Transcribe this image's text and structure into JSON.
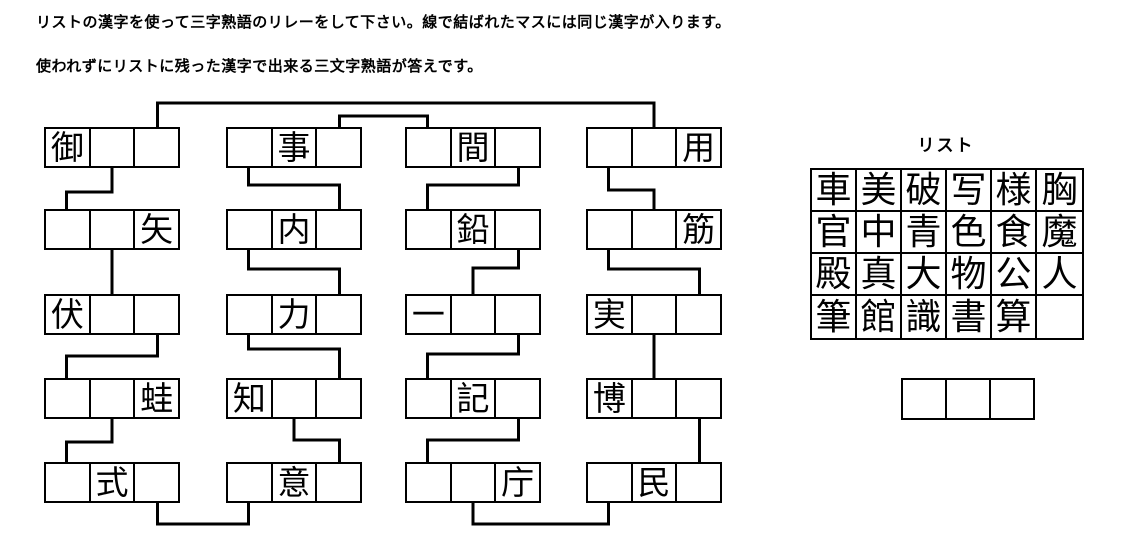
{
  "instructions": {
    "line1": "リストの漢字を使って三字熟語のリレーをして下さい。線で結ばれたマスには同じ漢字が入ります。",
    "line2": "使われずにリストに残った漢字で出来る三文字熟語が答えです。"
  },
  "puzzle": {
    "strips": [
      {
        "row": 1,
        "col": "A",
        "cells": [
          "御",
          "",
          ""
        ]
      },
      {
        "row": 1,
        "col": "B",
        "cells": [
          "",
          "事",
          ""
        ]
      },
      {
        "row": 1,
        "col": "C",
        "cells": [
          "",
          "間",
          ""
        ]
      },
      {
        "row": 1,
        "col": "D",
        "cells": [
          "",
          "",
          "用"
        ]
      },
      {
        "row": 2,
        "col": "A",
        "cells": [
          "",
          "",
          "矢"
        ]
      },
      {
        "row": 2,
        "col": "B",
        "cells": [
          "",
          "内",
          ""
        ]
      },
      {
        "row": 2,
        "col": "C",
        "cells": [
          "",
          "鉛",
          ""
        ]
      },
      {
        "row": 2,
        "col": "D",
        "cells": [
          "",
          "",
          "筋"
        ]
      },
      {
        "row": 3,
        "col": "A",
        "cells": [
          "伏",
          "",
          ""
        ]
      },
      {
        "row": 3,
        "col": "B",
        "cells": [
          "",
          "力",
          ""
        ]
      },
      {
        "row": 3,
        "col": "C",
        "cells": [
          "一",
          "",
          ""
        ]
      },
      {
        "row": 3,
        "col": "D",
        "cells": [
          "実",
          "",
          ""
        ]
      },
      {
        "row": 4,
        "col": "A",
        "cells": [
          "",
          "",
          "蛙"
        ]
      },
      {
        "row": 4,
        "col": "B",
        "cells": [
          "知",
          "",
          ""
        ]
      },
      {
        "row": 4,
        "col": "C",
        "cells": [
          "",
          "記",
          ""
        ]
      },
      {
        "row": 4,
        "col": "D",
        "cells": [
          "博",
          "",
          ""
        ]
      },
      {
        "row": 5,
        "col": "A",
        "cells": [
          "",
          "式",
          ""
        ]
      },
      {
        "row": 5,
        "col": "B",
        "cells": [
          "",
          "意",
          ""
        ]
      },
      {
        "row": 5,
        "col": "C",
        "cells": [
          "",
          "",
          "庁"
        ]
      },
      {
        "row": 5,
        "col": "D",
        "cells": [
          "",
          "民",
          ""
        ]
      }
    ],
    "links": [
      {
        "from": [
          1,
          "A",
          3
        ],
        "to": [
          1,
          "D",
          2
        ],
        "side": "top",
        "jog": 103
      },
      {
        "from": [
          1,
          "B",
          3
        ],
        "to": [
          1,
          "C",
          1
        ],
        "side": "top",
        "jog": 116
      },
      {
        "from": [
          1,
          "A",
          2
        ],
        "to": [
          2,
          "A",
          1
        ],
        "side": "mid",
        "jog": 192
      },
      {
        "from": [
          1,
          "B",
          1
        ],
        "to": [
          2,
          "B",
          3
        ],
        "side": "mid",
        "jog": 185
      },
      {
        "from": [
          1,
          "C",
          3
        ],
        "to": [
          2,
          "C",
          1
        ],
        "side": "mid",
        "jog": 185
      },
      {
        "from": [
          1,
          "D",
          1
        ],
        "to": [
          2,
          "D",
          2
        ],
        "side": "mid",
        "jog": 190
      },
      {
        "from": [
          2,
          "A",
          2
        ],
        "to": [
          3,
          "A",
          2
        ],
        "side": "mid",
        "jog": 271
      },
      {
        "from": [
          2,
          "B",
          1
        ],
        "to": [
          3,
          "B",
          3
        ],
        "side": "mid",
        "jog": 269
      },
      {
        "from": [
          2,
          "C",
          3
        ],
        "to": [
          3,
          "C",
          2
        ],
        "side": "mid",
        "jog": 268
      },
      {
        "from": [
          2,
          "D",
          1
        ],
        "to": [
          3,
          "D",
          3
        ],
        "side": "mid",
        "jog": 269
      },
      {
        "from": [
          3,
          "A",
          3
        ],
        "to": [
          4,
          "A",
          1
        ],
        "side": "mid",
        "jog": 356
      },
      {
        "from": [
          3,
          "B",
          1
        ],
        "to": [
          4,
          "B",
          3
        ],
        "side": "mid",
        "jog": 349
      },
      {
        "from": [
          3,
          "C",
          3
        ],
        "to": [
          4,
          "C",
          1
        ],
        "side": "mid",
        "jog": 354
      },
      {
        "from": [
          3,
          "D",
          2
        ],
        "to": [
          4,
          "D",
          2
        ],
        "side": "mid",
        "jog": 355
      },
      {
        "from": [
          4,
          "A",
          2
        ],
        "to": [
          5,
          "A",
          1
        ],
        "side": "mid",
        "jog": 442
      },
      {
        "from": [
          4,
          "B",
          2
        ],
        "to": [
          5,
          "B",
          3
        ],
        "side": "mid",
        "jog": 440
      },
      {
        "from": [
          4,
          "C",
          3
        ],
        "to": [
          5,
          "C",
          1
        ],
        "side": "mid",
        "jog": 440
      },
      {
        "from": [
          4,
          "D",
          3
        ],
        "to": [
          5,
          "D",
          3
        ],
        "side": "mid",
        "jog": 441
      },
      {
        "from": [
          5,
          "A",
          3
        ],
        "to": [
          5,
          "B",
          1
        ],
        "side": "bottom",
        "jog": 524
      },
      {
        "from": [
          5,
          "C",
          2
        ],
        "to": [
          5,
          "D",
          1
        ],
        "side": "bottom",
        "jog": 524
      }
    ]
  },
  "list": {
    "title": "リスト",
    "rows": [
      [
        "車",
        "美",
        "破",
        "写",
        "様",
        "胸"
      ],
      [
        "官",
        "中",
        "青",
        "色",
        "食",
        "魔"
      ],
      [
        "殿",
        "真",
        "大",
        "物",
        "公",
        "人"
      ],
      [
        "筆",
        "館",
        "識",
        "書",
        "算",
        ""
      ]
    ]
  },
  "answer": {
    "cells": [
      "",
      "",
      ""
    ]
  }
}
